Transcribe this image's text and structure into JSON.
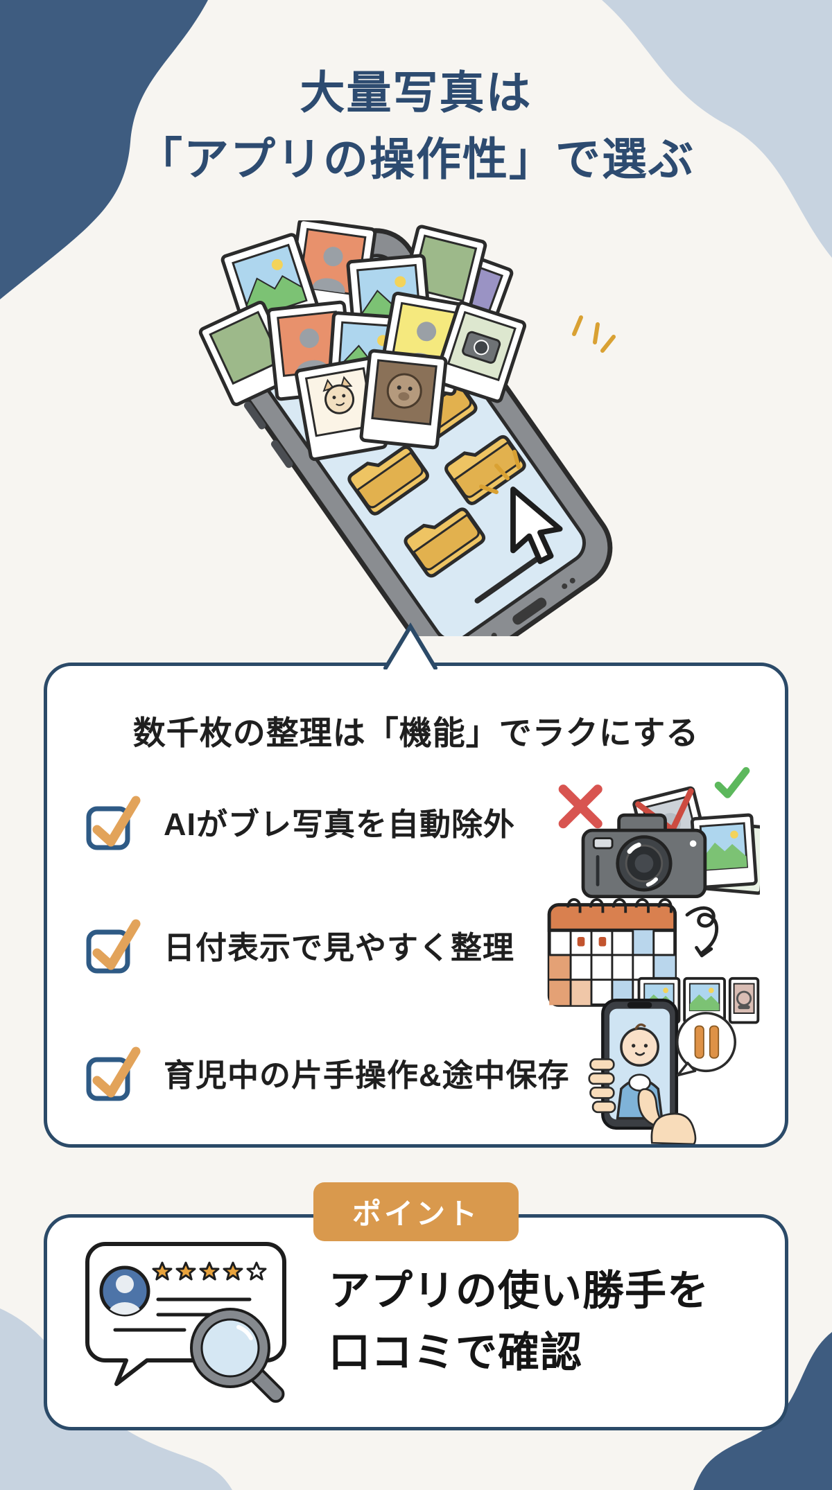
{
  "page": {
    "background": "#f7f5f1",
    "accent_navy": "#3e5c80",
    "accent_light_blue": "#c7d3e0",
    "accent_orange": "#d9994d",
    "title_color": "#2d4b70",
    "box_border_color": "#2b4a68",
    "text_color": "#1f1f1f"
  },
  "title": {
    "line1": "大量写真は",
    "line2": "「アプリの操作性」で選ぶ"
  },
  "illustration": {
    "description": "smartphone-with-photo-pile-folders-and-cursor"
  },
  "checklist_box": {
    "heading": "数千枚の整理は「機能」でラクにする",
    "items": [
      {
        "label": "AIがブレ写真を自動除外",
        "icon": "camera-blur-filter-icon",
        "checked": true
      },
      {
        "label": "日付表示で見やすく整理",
        "icon": "calendar-sort-icon",
        "checked": true
      },
      {
        "label": "育児中の片手操作&途中保存",
        "icon": "one-hand-phone-icon",
        "checked": true
      }
    ]
  },
  "point_box": {
    "badge": "ポイント",
    "line1": "アプリの使い勝手を",
    "line2": "口コミで確認",
    "icon": "review-search-icon"
  }
}
